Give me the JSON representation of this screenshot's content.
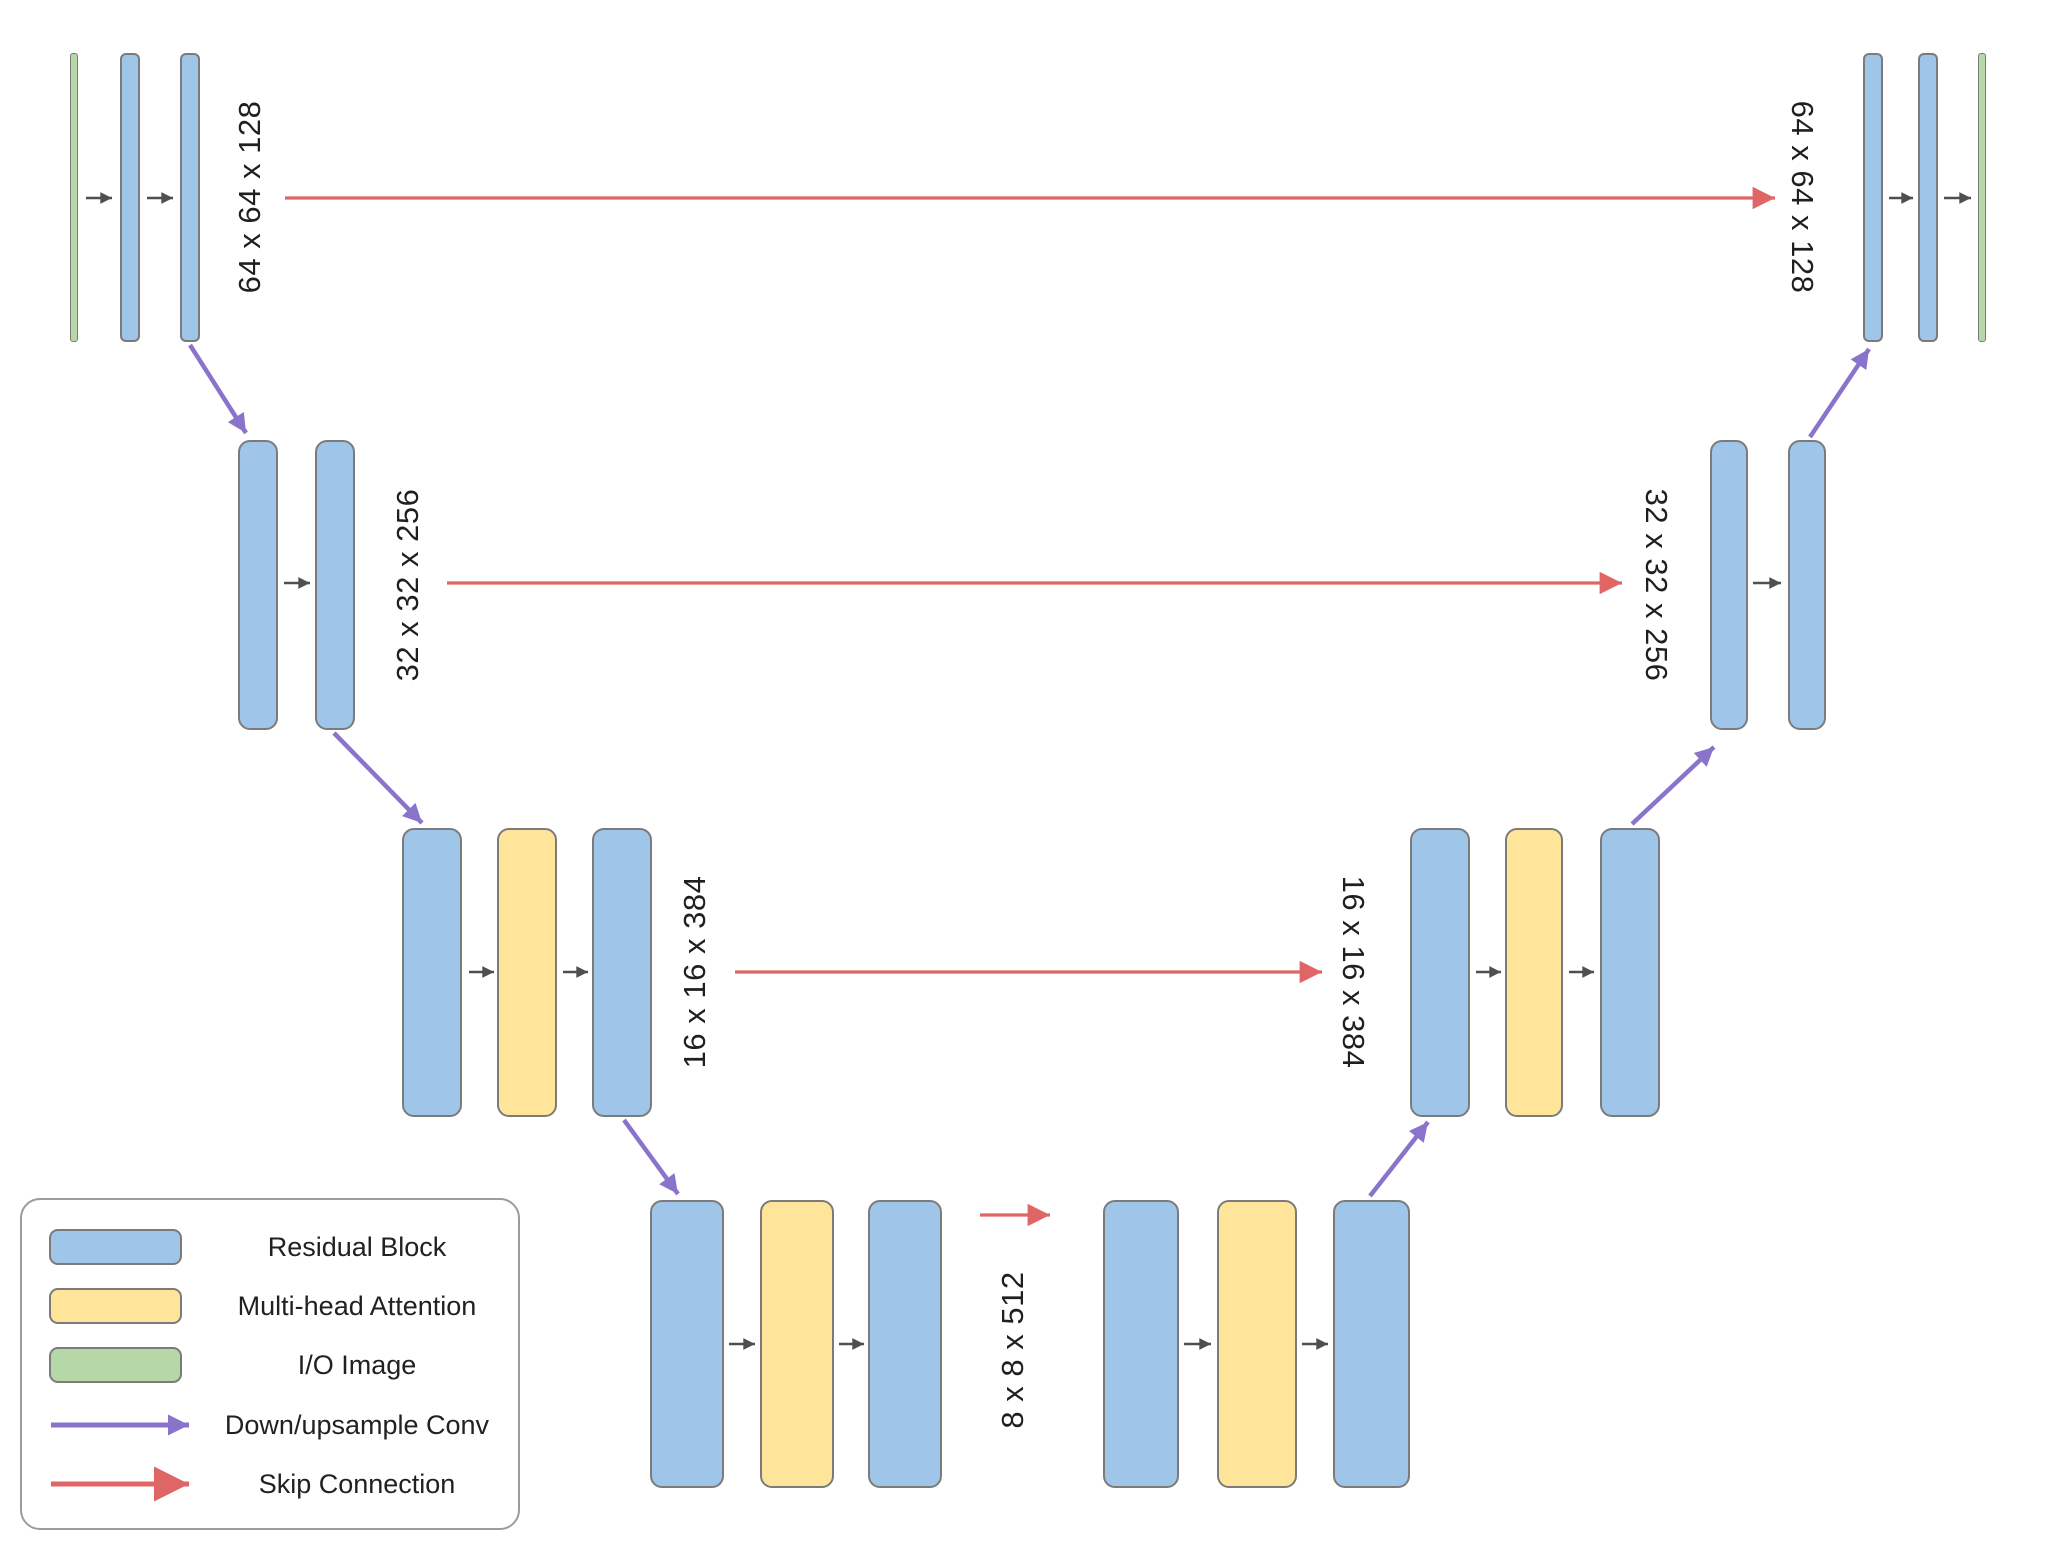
{
  "diagram": {
    "type": "unet-architecture",
    "dimension_labels": {
      "level1_left": "64 x 64 x 128",
      "level1_right": "64 x 64 x 128",
      "level2_left": "32 x 32 x 256",
      "level2_right": "32 x 32 x 256",
      "level3_left": "16 x 16 x 384",
      "level3_right": "16 x 16 x 384",
      "level4": "8 x 8 x 512"
    },
    "colors": {
      "residual_block": "#9FC5E8",
      "multi_head_attention": "#FFE599",
      "io_image": "#B6D7A8",
      "down_upsample_arrow": "#8A74CB",
      "skip_connection_arrow": "#E06666",
      "conv_arrow": "#4f4f4f",
      "block_border": "#7b7b7b",
      "text": "#1f1f1f"
    }
  },
  "legend": {
    "items": [
      {
        "key": "residual-block",
        "label": "Residual Block"
      },
      {
        "key": "multi-head-attention",
        "label": "Multi-head Attention"
      },
      {
        "key": "io-image",
        "label": "I/O Image"
      },
      {
        "key": "down-upsample-conv",
        "label": "Down/upsample Conv"
      },
      {
        "key": "skip-connection",
        "label": "Skip Connection"
      }
    ]
  }
}
